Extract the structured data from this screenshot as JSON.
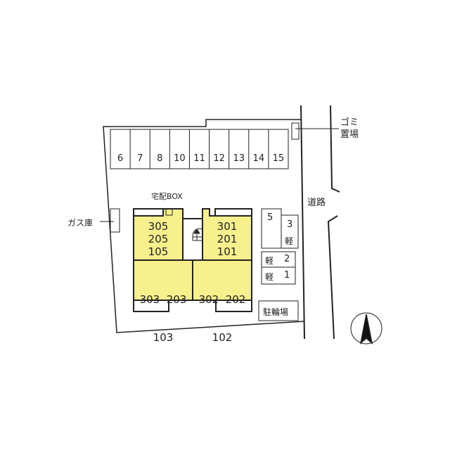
{
  "parking_top": [
    "6",
    "7",
    "8",
    "10",
    "11",
    "12",
    "13",
    "14",
    "15"
  ],
  "parking_right": {
    "p5": "5",
    "p3": "3",
    "p3_kei": "軽",
    "p2": "2",
    "p2_kei": "軽",
    "p1": "1",
    "p1_kei": "軽"
  },
  "units": {
    "top_left": [
      "305",
      "205",
      "105"
    ],
    "top_right": [
      "301",
      "201",
      "101"
    ],
    "bottom_left": [
      "303  203",
      "103"
    ],
    "bottom_right": [
      "302  202",
      "102"
    ]
  },
  "labels": {
    "delivery_box": "宅配BOX",
    "gas": "ガス庫",
    "garbage": [
      "ゴミ",
      "置場"
    ],
    "road": "道路",
    "bicycle": "駐輪場"
  },
  "colors": {
    "unit_fill": "#f7f08c",
    "line": "#222222"
  }
}
